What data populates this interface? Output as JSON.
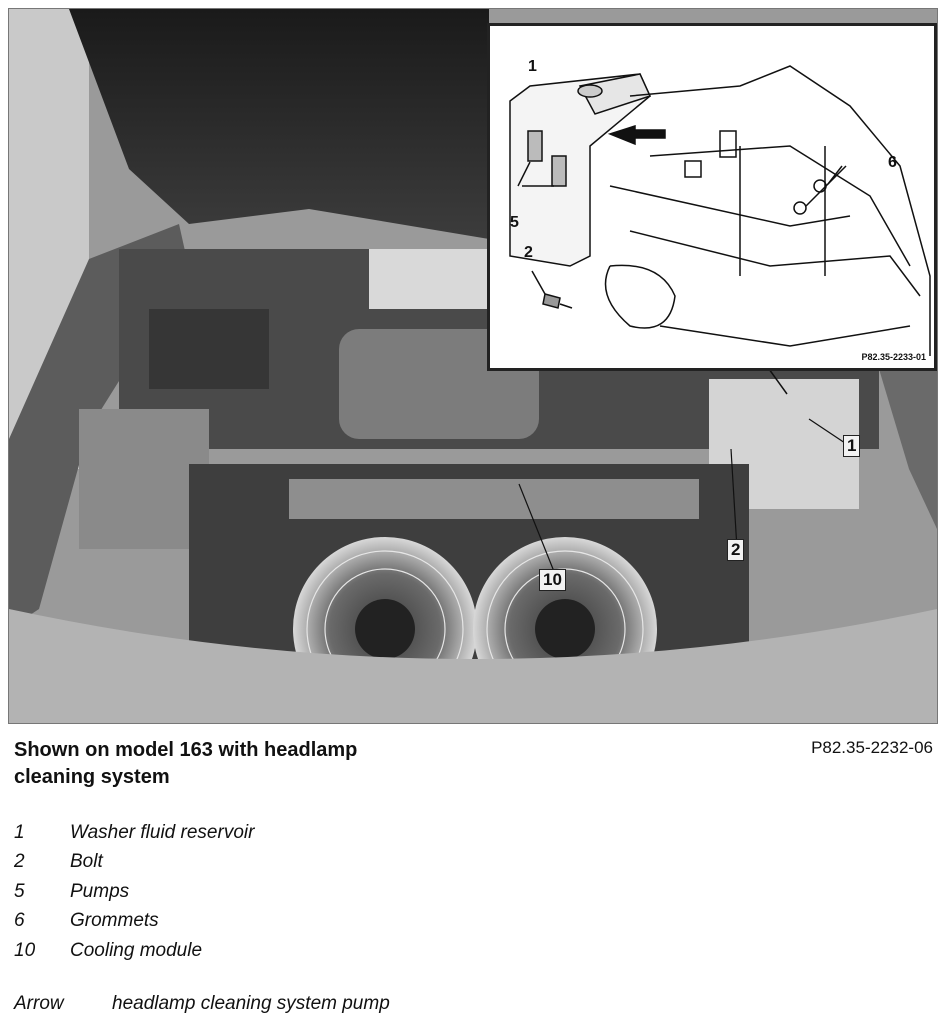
{
  "figure": {
    "callouts": {
      "reservoir": "1",
      "bolt": "2",
      "cooling_module": "10"
    },
    "inset": {
      "labels": {
        "reservoir": "1",
        "pumps": "5",
        "bolt": "2",
        "grommets": "6"
      },
      "ref": "P82.35-2233-01"
    }
  },
  "caption": "Shown on model 163 with headlamp cleaning system",
  "figure_ref": "P82.35-2232-06",
  "legend": [
    {
      "num": "1",
      "text": "Washer fluid reservoir"
    },
    {
      "num": "2",
      "text": "Bolt"
    },
    {
      "num": "5",
      "text": "Pumps"
    },
    {
      "num": "6",
      "text": "Grommets"
    },
    {
      "num": "10",
      "text": "Cooling module"
    }
  ],
  "arrow_note": {
    "key": "Arrow",
    "text": "headlamp cleaning system pump"
  }
}
